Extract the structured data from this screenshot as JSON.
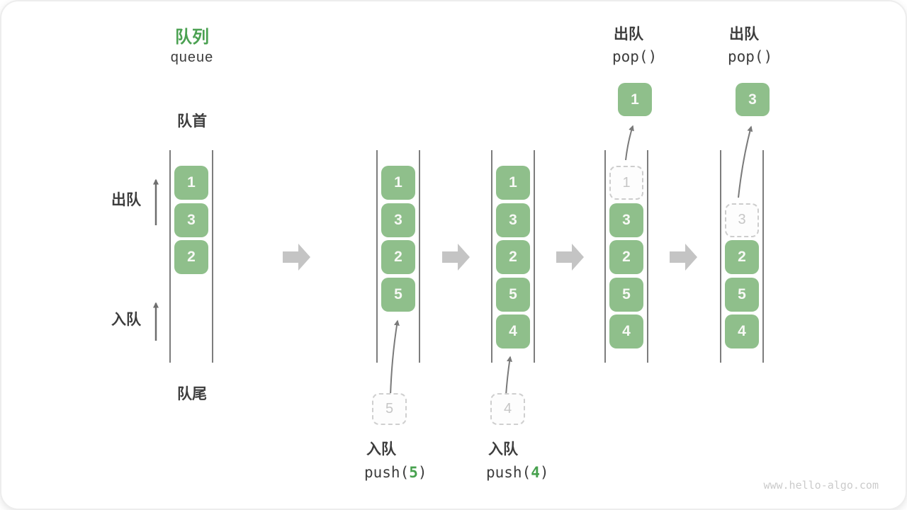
{
  "title": {
    "cn": "队列",
    "en": "queue"
  },
  "labels": {
    "front": "队首",
    "rear": "队尾",
    "dequeue": "出队",
    "enqueue": "入队"
  },
  "columns": [
    {
      "boxes": [
        "1",
        "3",
        "2"
      ]
    },
    {
      "boxes": [
        "1",
        "3",
        "2",
        "5"
      ]
    },
    {
      "boxes": [
        "1",
        "3",
        "2",
        "5",
        "4"
      ]
    },
    {
      "ghost": "1",
      "boxes": [
        "3",
        "2",
        "5",
        "4"
      ]
    },
    {
      "ghost": "3",
      "boxes": [
        "2",
        "5",
        "4"
      ]
    }
  ],
  "ops": {
    "enqueue1": {
      "label": "入队",
      "fn": "push(",
      "arg": "5",
      "close": ")",
      "ghost": "5"
    },
    "enqueue2": {
      "label": "入队",
      "fn": "push(",
      "arg": "4",
      "close": ")",
      "ghost": "4"
    },
    "dequeue1": {
      "label": "出队",
      "code": "pop()",
      "value": "1"
    },
    "dequeue2": {
      "label": "出队",
      "code": "pop()",
      "value": "3"
    }
  },
  "watermark": "www.hello-algo.com",
  "colors": {
    "box_green": "#8FBF8B",
    "title_green": "#4BA152",
    "code_green": "#47A14E",
    "dark_text": "#3D3D3D",
    "column_line": "#7D7D7D",
    "thin_arrow": "#7A7A7A",
    "block_arrow": "#C4C4C4",
    "ghost_border": "#CDCDCD",
    "ghost_text": "#C6C6C6",
    "watermark_gray": "#CBCBCB"
  }
}
